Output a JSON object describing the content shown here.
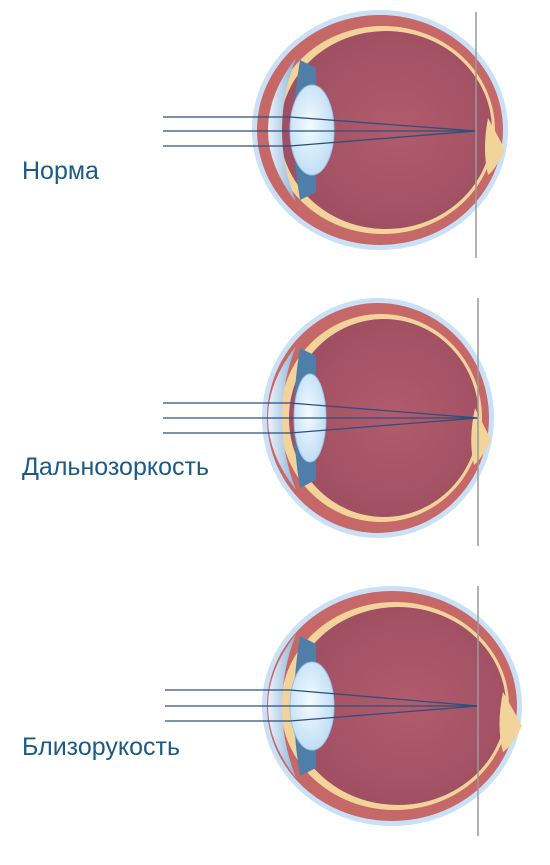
{
  "panels": [
    {
      "label": "Норма"
    },
    {
      "label": "Дальнозоркость"
    },
    {
      "label": "Близорукость"
    }
  ],
  "colors": {
    "label": "#1b5a86",
    "outer_glow": "#aecdf0",
    "sclera": "#c96a6a",
    "choroid": "#f2d49a",
    "vitreous": "#a95567",
    "cornea": "#8fb8dd",
    "lens": "#d8ecfb",
    "rays": "#2c4f7c",
    "retina_line": "#9a9a9a",
    "optic_nerve": "#f2d49a"
  }
}
